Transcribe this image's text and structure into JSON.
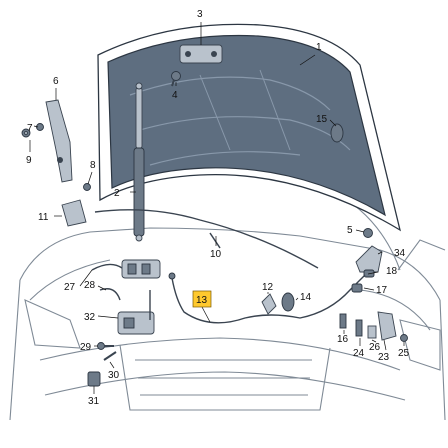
{
  "diagram": {
    "highlight_color": "#ffc92e",
    "callouts": {
      "c1": "1",
      "c2": "2",
      "c3": "3",
      "c4": "4",
      "c5": "5",
      "c6": "6",
      "c7": "7",
      "c8": "8",
      "c9": "9",
      "c10": "10",
      "c11": "11",
      "c12": "12",
      "c13": "13",
      "c14": "14",
      "c15": "15",
      "c16": "16",
      "c17": "17",
      "c18": "18",
      "c23": "23",
      "c24": "24",
      "c25": "25",
      "c26": "26",
      "c27": "27",
      "c28": "28",
      "c29": "29",
      "c30": "30",
      "c31": "31",
      "c32": "32",
      "c34": "34"
    },
    "highlighted_callout": "13"
  }
}
